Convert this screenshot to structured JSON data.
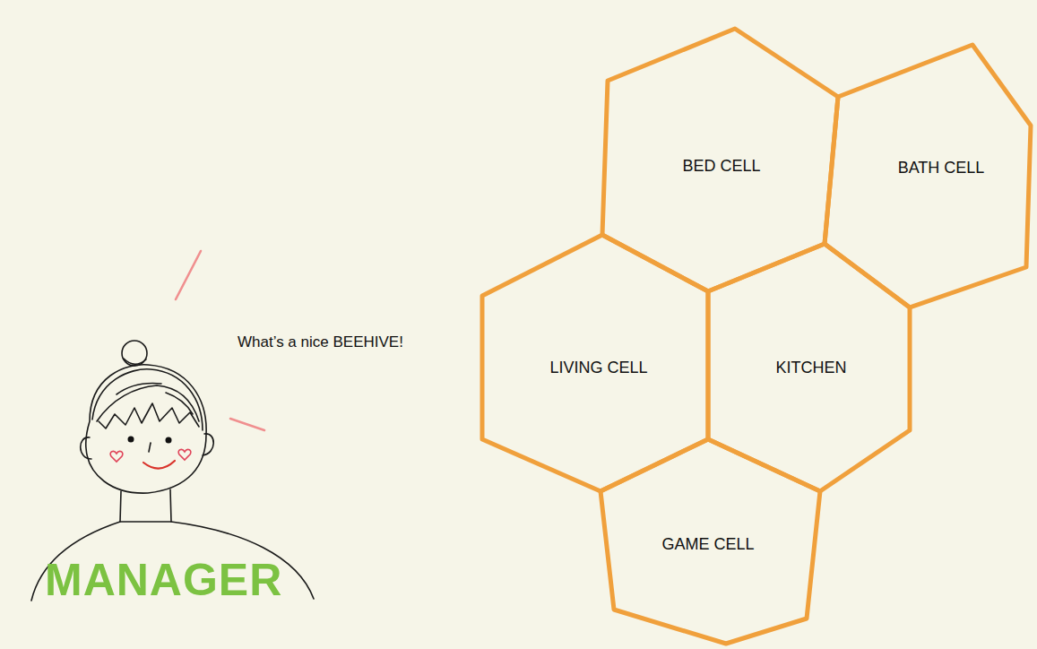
{
  "diagram": {
    "nodes": [
      {
        "text": [
          "BED CELL"
        ]
      },
      {
        "text": [
          "BATH CELL"
        ]
      },
      {
        "text": [
          "LIVING CELL"
        ]
      },
      {
        "text": [
          "KITCHEN"
        ]
      },
      {
        "text": [
          "GAME CELL"
        ]
      }
    ],
    "labels": [
      "What’s a nice BEEHIVE!",
      "MANAGER"
    ]
  }
}
